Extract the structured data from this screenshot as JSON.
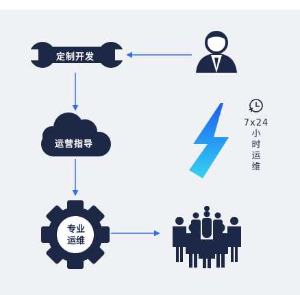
{
  "nodes": {
    "custom_dev": "定制开发",
    "ops_guidance": "运营指导",
    "pro_ops_line1": "专业",
    "pro_ops_line2": "运维"
  },
  "service": {
    "label_line1": "7x24",
    "label_chars": [
      "小",
      "时",
      "运",
      "维"
    ]
  },
  "icons": [
    "wrench-icon",
    "businessman-icon",
    "cloud-icon",
    "gear-icon",
    "lightning-icon",
    "clock-icon",
    "team-icon"
  ],
  "colors": {
    "navy": "#1c2845",
    "arrow": "#2f6df0",
    "lightning_top": "#1a5ff0",
    "lightning_bottom": "#35d3f3",
    "panel": "#eff1f4"
  }
}
